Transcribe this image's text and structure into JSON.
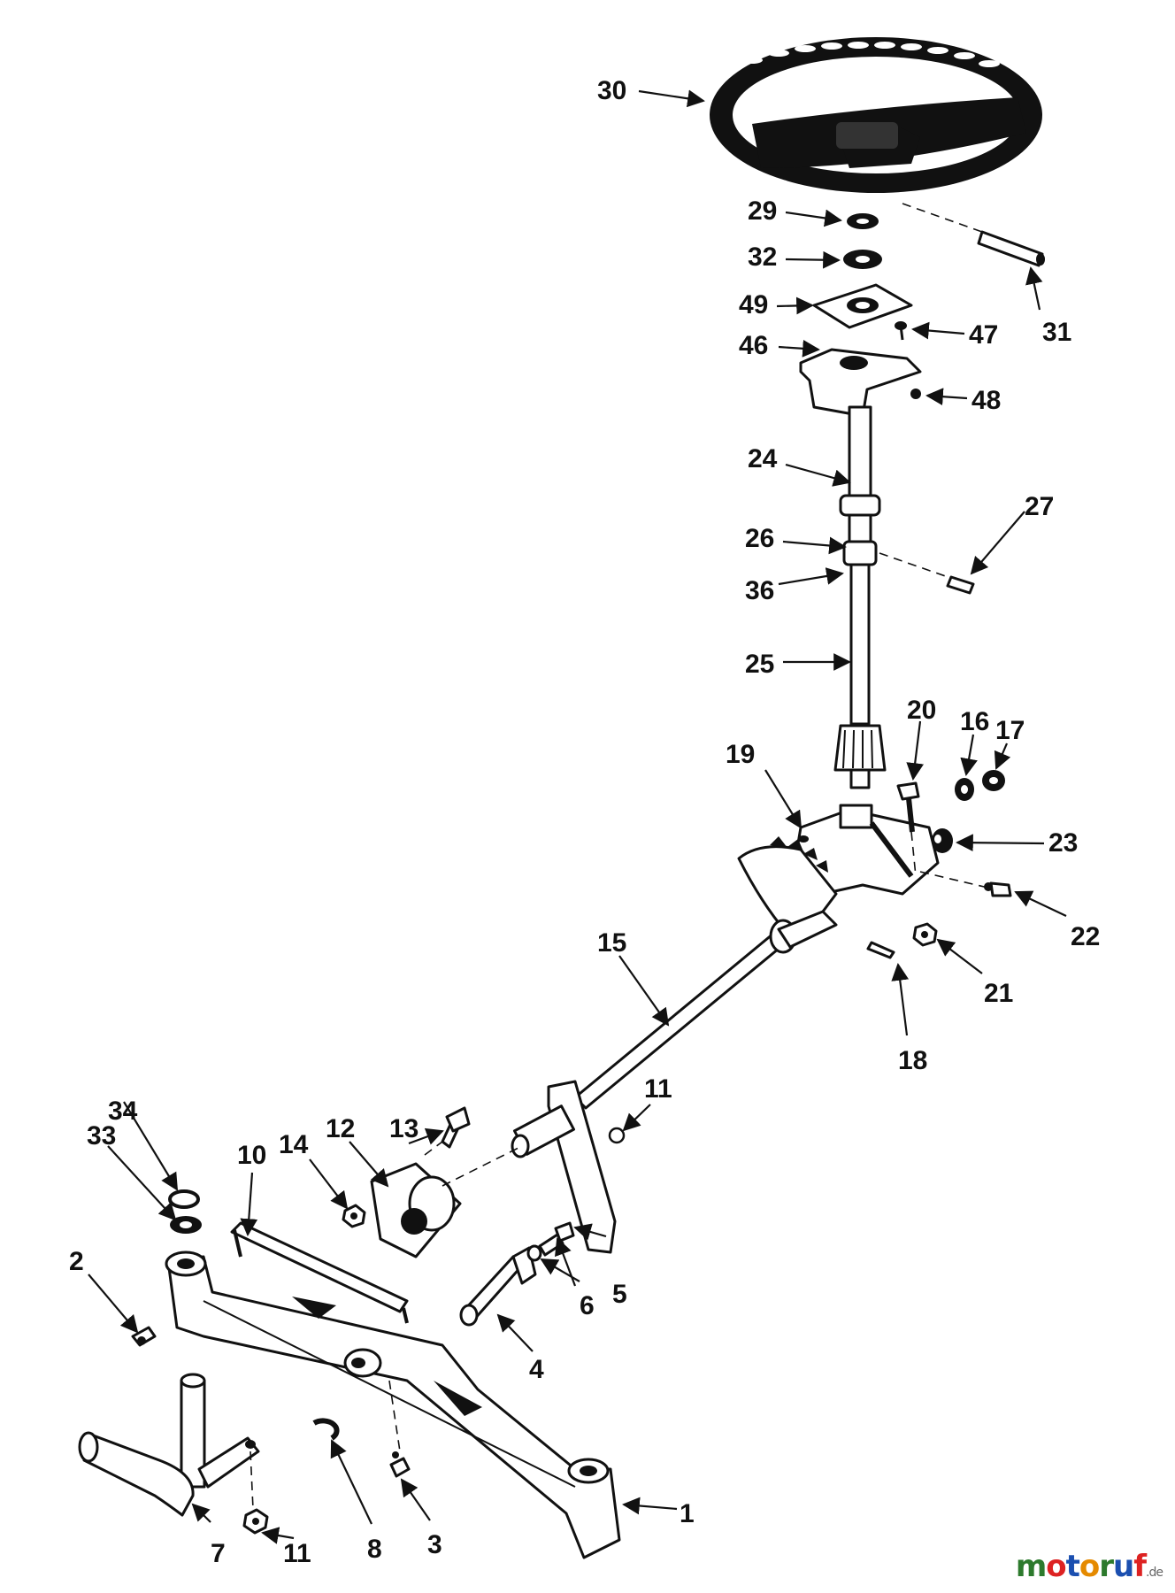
{
  "labels": {
    "p1": "1",
    "p2": "2",
    "p3": "3",
    "p4": "4",
    "p5": "5",
    "p6": "6",
    "p7": "7",
    "p8": "8",
    "p10": "10",
    "p11a": "11",
    "p11b": "11",
    "p12": "12",
    "p13": "13",
    "p14": "14",
    "p15": "15",
    "p16": "16",
    "p17": "17",
    "p18": "18",
    "p19": "19",
    "p20": "20",
    "p21": "21",
    "p22": "22",
    "p23": "23",
    "p24": "24",
    "p25": "25",
    "p26": "26",
    "p27": "27",
    "p29": "29",
    "p30": "30",
    "p31": "31",
    "p32": "32",
    "p33": "33",
    "p34": "34",
    "p36": "36",
    "p46": "46",
    "p47": "47",
    "p48": "48",
    "p49": "49"
  },
  "watermark": {
    "brand": "motoruf",
    "suffix": ".de",
    "letter_colors": [
      "#2d7a2d",
      "#d22",
      "#1b4fb0",
      "#e58a00",
      "#2d7a2d",
      "#1b4fb0",
      "#d22"
    ]
  }
}
